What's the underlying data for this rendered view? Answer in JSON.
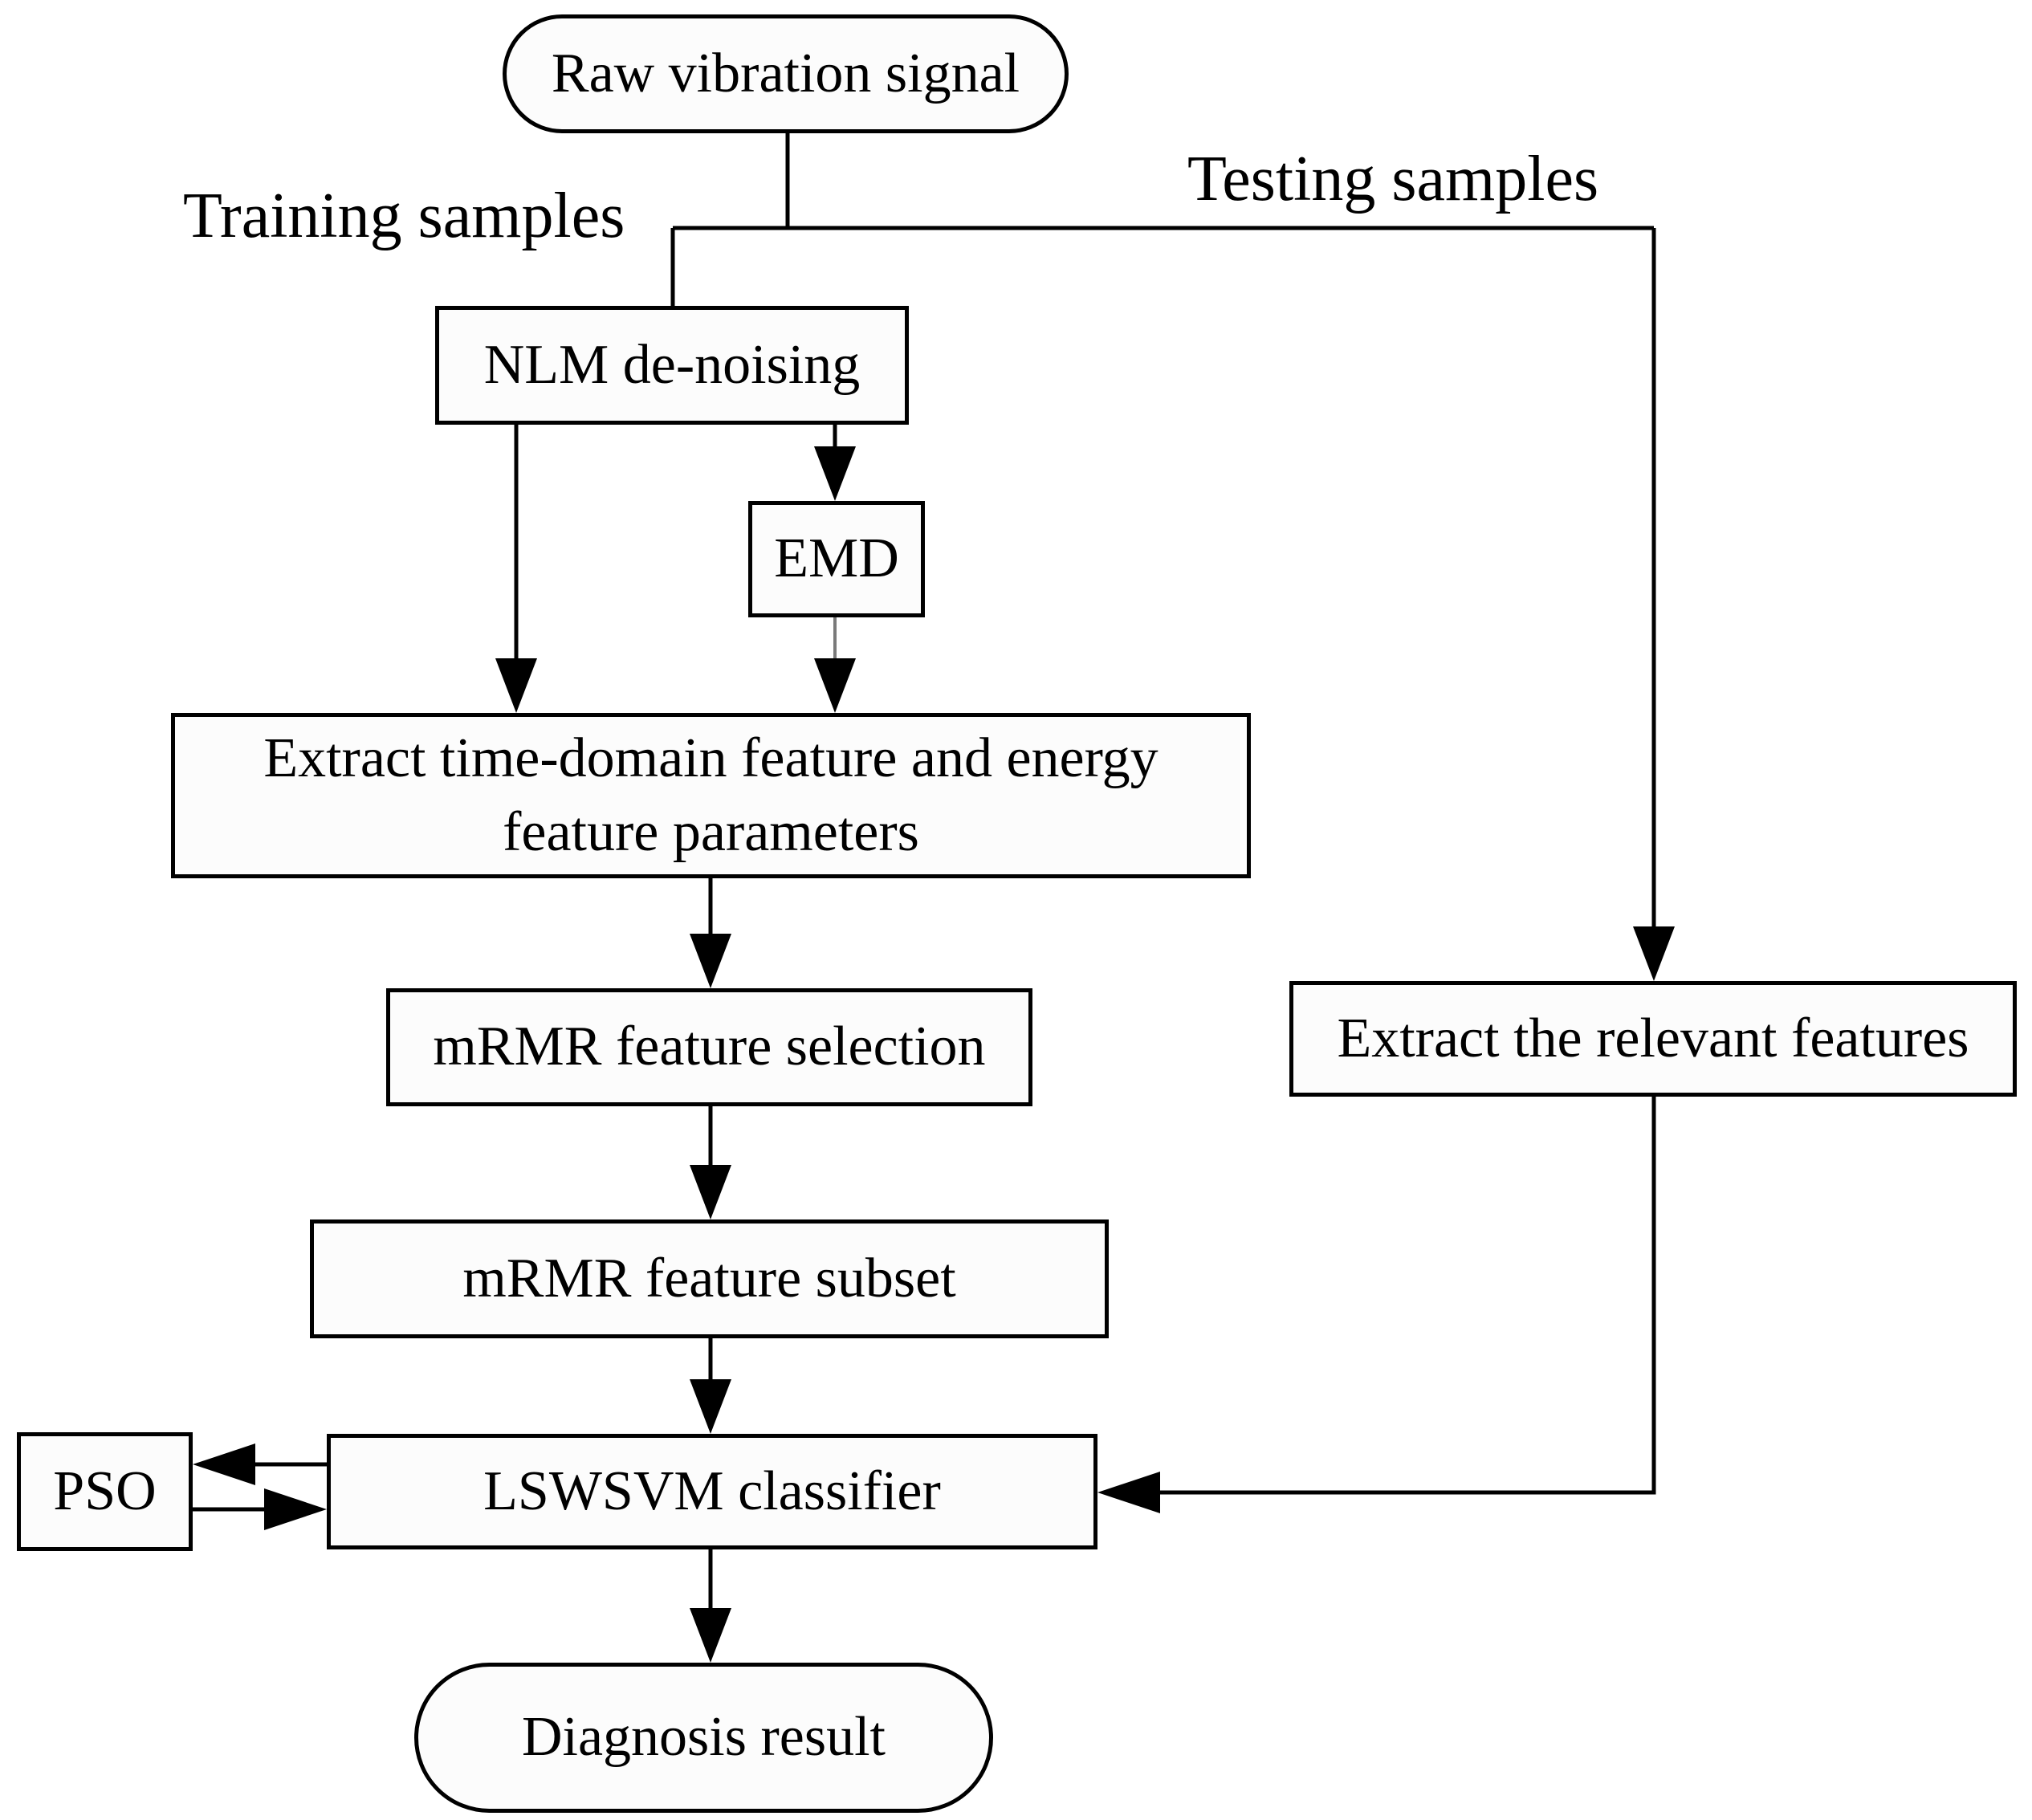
{
  "diagram": {
    "type": "flowchart",
    "background": "#ffffff",
    "colors": {
      "stroke": "#000000",
      "box_fill": "#fcfcfc",
      "text": "#000000",
      "gray_connector": "#7a7a7a"
    },
    "nodes": [
      {
        "id": "raw",
        "shape": "rounded",
        "label": "Raw vibration signal"
      },
      {
        "id": "training",
        "shape": "label",
        "label": "Training samples"
      },
      {
        "id": "testing",
        "shape": "label",
        "label": "Testing samples"
      },
      {
        "id": "nlm",
        "shape": "rect",
        "label": "NLM de-noising"
      },
      {
        "id": "emd",
        "shape": "rect",
        "label": "EMD"
      },
      {
        "id": "extract_train",
        "shape": "rect",
        "label": "Extract time-domain feature and energy feature parameters",
        "lines": [
          "Extract time-domain feature and energy",
          "feature parameters"
        ]
      },
      {
        "id": "mrmr_selection",
        "shape": "rect",
        "label": "mRMR feature selection"
      },
      {
        "id": "extract_test",
        "shape": "rect",
        "label": "Extract the relevant features"
      },
      {
        "id": "mrmr_subset",
        "shape": "rect",
        "label": "mRMR feature subset"
      },
      {
        "id": "pso",
        "shape": "rect",
        "label": "PSO"
      },
      {
        "id": "lswsvm",
        "shape": "rect",
        "label": "LSWSVM classifier"
      },
      {
        "id": "diagnosis",
        "shape": "rounded",
        "label": "Diagnosis result"
      }
    ],
    "edges": [
      {
        "from": "raw",
        "to": "nlm",
        "branch": "Training samples",
        "arrow": false
      },
      {
        "from": "raw",
        "to": "extract_test",
        "branch": "Testing samples",
        "arrow": true
      },
      {
        "from": "nlm",
        "to": "extract_train",
        "arrow": true
      },
      {
        "from": "nlm",
        "to": "emd",
        "arrow": true
      },
      {
        "from": "emd",
        "to": "extract_train",
        "arrow": true,
        "style": "gray"
      },
      {
        "from": "extract_train",
        "to": "mrmr_selection",
        "arrow": true
      },
      {
        "from": "mrmr_selection",
        "to": "mrmr_subset",
        "arrow": true
      },
      {
        "from": "mrmr_subset",
        "to": "lswsvm",
        "arrow": true
      },
      {
        "from": "extract_test",
        "to": "lswsvm",
        "arrow": true
      },
      {
        "from": "lswsvm",
        "to": "pso",
        "arrow": true
      },
      {
        "from": "pso",
        "to": "lswsvm",
        "arrow": true
      },
      {
        "from": "lswsvm",
        "to": "diagnosis",
        "arrow": true
      }
    ]
  }
}
